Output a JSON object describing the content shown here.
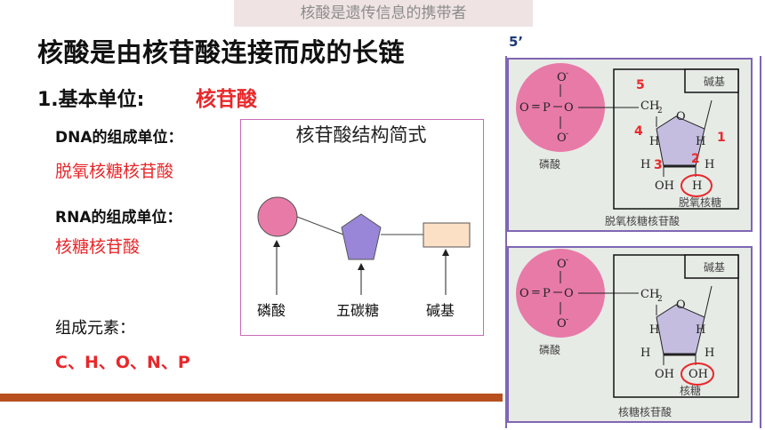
{
  "header": {
    "banner": "核酸是遗传信息的携带者"
  },
  "title": "核酸是由核苷酸连接而成的长链",
  "five_prime": "5’",
  "section1": {
    "label": "1.基本单位:",
    "value": "核苷酸"
  },
  "dna": {
    "label": "DNA的组成单位：",
    "value": "脱氧核糖核苷酸"
  },
  "rna": {
    "label": "RNA的组成单位：",
    "value": "核糖核苷酸"
  },
  "elements": {
    "label": "组成元素：",
    "value": "C、H、O、N、P"
  },
  "schematic": {
    "title": "核苷酸结构简式",
    "phosphate_label": "磷酸",
    "sugar_label": "五碳糖",
    "base_label": "碱基"
  },
  "deoxy_panel": {
    "base": "碱基",
    "phosphate": "磷酸",
    "sugar": "脱氧核糖",
    "caption": "脱氧核糖核苷酸",
    "carbon_numbers": [
      "5",
      "4",
      "1",
      "3",
      "2"
    ]
  },
  "ribo_panel": {
    "base": "碱基",
    "phosphate": "磷酸",
    "sugar": "核糖",
    "caption": "核糖核苷酸"
  },
  "colors": {
    "red": "#e8282b",
    "pink": "#e87aa8",
    "purple": "#9a86d8",
    "base_fill": "#fbe0c6",
    "frame": "#7f66b3",
    "bar": "#b84f1f"
  }
}
